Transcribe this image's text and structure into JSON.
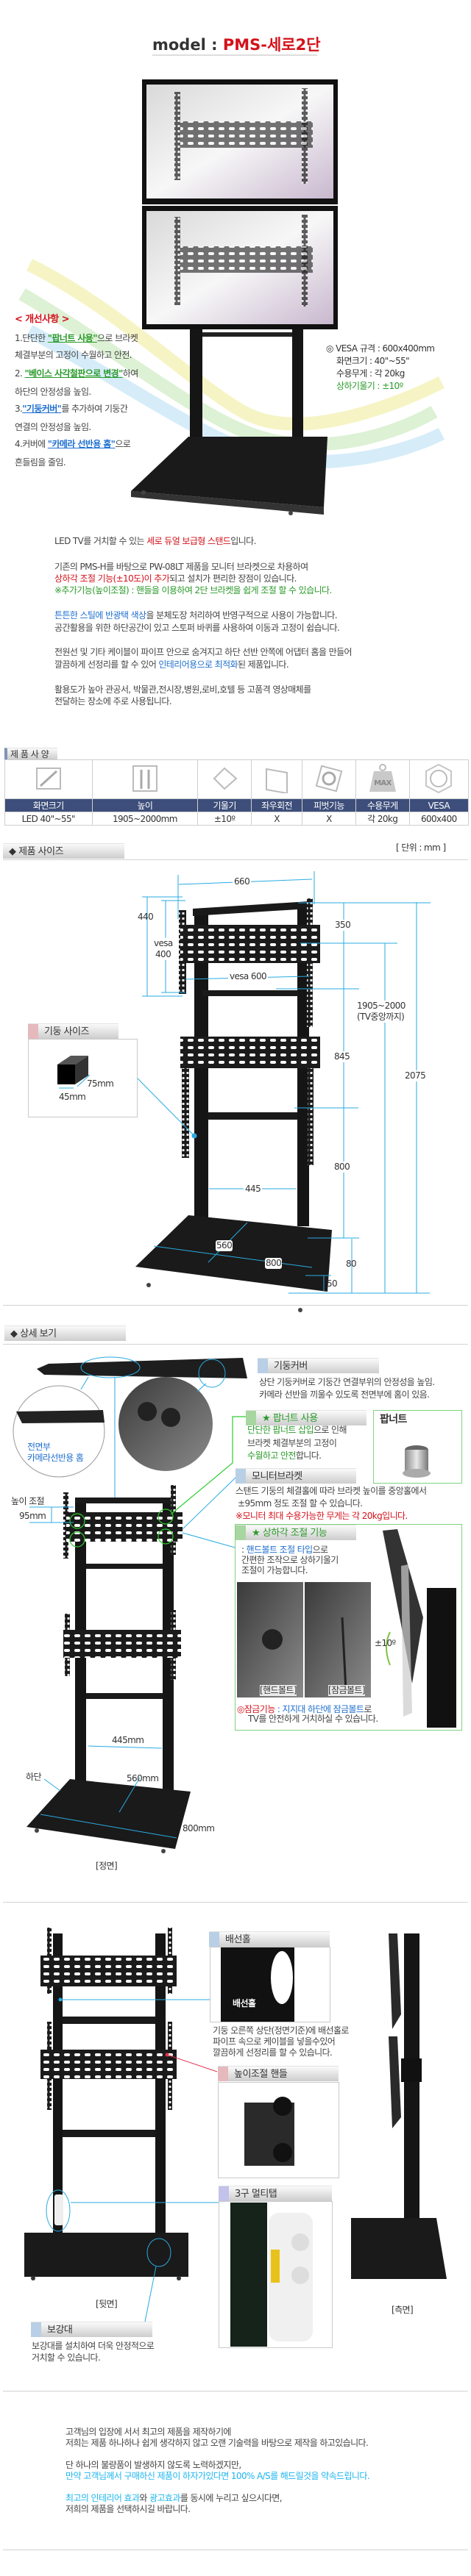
{
  "hero": {
    "title_prefix": "model : ",
    "model": "PMS-세로2단",
    "improvements": {
      "heading": "< 개선사항 >",
      "lines": [
        [
          "1.단단한 ",
          "\"팝너트 사용\"",
          "으로 브라켓"
        ],
        [
          "체결부분의 고정이 수월하고 안전."
        ],
        [
          "2. ",
          "\"베이스 사각철판으로 변경\"",
          "하여"
        ],
        [
          "하단의 안정성을 높임."
        ],
        [
          "3.",
          "\"기둥커버\"",
          "를 추가하여 기둥간"
        ],
        [
          "연결의 안정성을 높임."
        ],
        [
          "4.커버에 ",
          "\"카메라 선반용 홈\"",
          "으로"
        ],
        [
          "흔들림을 줄임."
        ]
      ]
    },
    "specs": [
      "◎ VESA 규격 : 600x400mm",
      "화면크기 : 40\"~55\"",
      "수용무게 : 각 20kg",
      "상하기울기 : ±10º"
    ]
  },
  "intro": {
    "p1": [
      "LED TV를 거치할 수 있는 ",
      "세로 듀얼 보급형 스탠드",
      "입니다."
    ],
    "p2a": "기존의 PMS-H를 바탕으로 PW-08LT 제품을 모니터 브라켓으로 차용하여",
    "p2b": [
      "상하각 조절 기능(±10도)이 추가",
      "되고 설치가 편리한 장점이 있습니다."
    ],
    "p2c": "※추가기능(높이조절) : 핸들을 이용하여 2단 브라켓을 쉽게 조절 할 수 있습니다.",
    "p3a": [
      "튼튼한 스틸에 반광택 색상",
      "을 분체도장 처리하여 반영구적으로 사용이 가능합니다."
    ],
    "p3b": "공간활용을 위한 하단공간이 있고 스토퍼 바퀴를 사용하여 이동과 고정이 쉽습니다.",
    "p4a": "전원선 및 기타 케이블이 파이프 안으로 숨겨지고 하단 선반 안쪽에 어댑터 홈을 만들어",
    "p4b": [
      "깔끔하게 선정리를 할 수 있어 ",
      "인테리어용으로 최적화",
      "된 제품입니다."
    ],
    "p5a": "활용도가 높아 관공서, 박물관,전시장,병원,로비,호텔 등 고품격 영상매체를",
    "p5b": "전달하는 장소에 주로 사용됩니다."
  },
  "spec_table": {
    "title": "제 품 사 양",
    "icons": [
      "screen-size-icon",
      "height-icon",
      "tilt-icon",
      "swivel-icon",
      "pivot-icon",
      "max-weight-icon",
      "vesa-icon"
    ],
    "max_label": "MAX",
    "headers": [
      "화면크기",
      "높이",
      "기울기",
      "좌우회전",
      "피벗기능",
      "수용무게",
      "VESA"
    ],
    "values": [
      "LED 40\"~55\"",
      "1905~2000mm",
      "±10º",
      "X",
      "X",
      "각 20kg",
      "600x400"
    ]
  },
  "size": {
    "header": "◆ 제품 사이즈",
    "unit": "[ 단위 : mm ]",
    "dims": {
      "width_top": "660",
      "bracket_h": "440",
      "vesa_label": "vesa",
      "vesa_h": "400",
      "vesa_w": "vesa 600",
      "top_gap": "350",
      "tv_center": "1905~2000",
      "tv_center_note": "(TV중앙까지)",
      "mid": "845",
      "total": "2075",
      "low": "800",
      "inner_w": "445",
      "depth": "560",
      "base_w": "800",
      "base_h": "80",
      "wheel_h": "50"
    },
    "column": {
      "header": "기둥 사이즈",
      "depth": "75mm",
      "width": "45mm"
    }
  },
  "detail": {
    "header": "◆ 상세 보기",
    "cover": {
      "header": "기둥커버",
      "lines": [
        "상단 기둥커버로 기둥간 연결부위의 안정성을 높임.",
        "카메라 선반을 끼울수 있도록 전면부에 홈이 있음."
      ],
      "callout": [
        "전면부",
        "카메라선반용 홈"
      ]
    },
    "nut": {
      "header": "★ 팝너트 사용",
      "l1": [
        "단단한 팝너트 삽입",
        "으로 인해"
      ],
      "l2": "브라켓 체결부분의 고정이",
      "l3": [
        "수월하고 안전",
        "합니다."
      ],
      "photo_label": "팝너트"
    },
    "bracket": {
      "header": "모니터브라켓",
      "l1": "스탠드 기둥의 체결홀에 따라 브라켓 높이를 중앙홀에서",
      "l2": "±95mm 정도 조절 할 수 있습니다.",
      "l3": "※모니터 최대 수용가능한 무게는 각 20kg입니다."
    },
    "height_adjust": {
      "label": "높이 조절",
      "value": "95mm"
    },
    "tilt": {
      "header": "★ 상하각 조절 기능",
      "l1": [
        ": ",
        "핸드볼트 조절 타입",
        "으로"
      ],
      "l2": "간편한 조작으로 상하기울기",
      "l3": "조절이 가능합니다.",
      "hand_bolt": "[핸드볼트]",
      "lock_bolt": "[잠금볼트]",
      "angle": "±10º",
      "lock1": [
        "◎잠금기능",
        " : 지지대 하단에 잠금볼트",
        "로"
      ],
      "lock2": "TV를 안전하게 거치하실 수 있습니다."
    },
    "front": {
      "inner": "445mm",
      "bottom_label": "하단",
      "depth": "560mm",
      "width": "800mm",
      "caption": "[정면]"
    }
  },
  "back": {
    "cable": {
      "header": "배선홀",
      "photo_label": "배선홀",
      "lines": [
        "기둥 오른쪽 상단(정면기준)에 배선홀로",
        "파이프 속으로 케이블을 넣을수있어",
        "깔끔하게 선정리를 할 수 있습니다."
      ]
    },
    "handle": {
      "header": "높이조절 핸들"
    },
    "multitap": {
      "header": "3구 멀티탭"
    },
    "brace": {
      "header": "보강대",
      "lines": [
        "보강대를 설치하여 더욱 안정적으로",
        "거치할 수 있습니다."
      ]
    },
    "back_caption": "[뒷면]",
    "side_caption": "[측면]"
  },
  "closing": {
    "l1": "고객님의 입장에 서서 최고의 제품을 제작하기에",
    "l2": "저희는 제품 하나하나 쉽게 생각하지 않고 오랜 기술력을 바탕으로 제작을 하고있습니다.",
    "l3": "단 하나의 불량품이 발생하지 않도록 노력하겠지만,",
    "l4": "만약 고객님께서 구매하신 제품이 하자가있다면 100% A/S를 해드릴것을 약속드립니다.",
    "l5": [
      "최고의 인테리어 효과",
      "와 ",
      "광고효과",
      "를 동시에 누리고 싶으시다면,"
    ],
    "l6": "저희의 제품을 선택하시길 바랍니다."
  },
  "colors": {
    "accent_red": "#d4121b",
    "accent_green": "#2a9a2a",
    "accent_blue": "#1f6fce",
    "dimension_cyan": "#29abe2",
    "table_header": "#3d4e7a"
  }
}
